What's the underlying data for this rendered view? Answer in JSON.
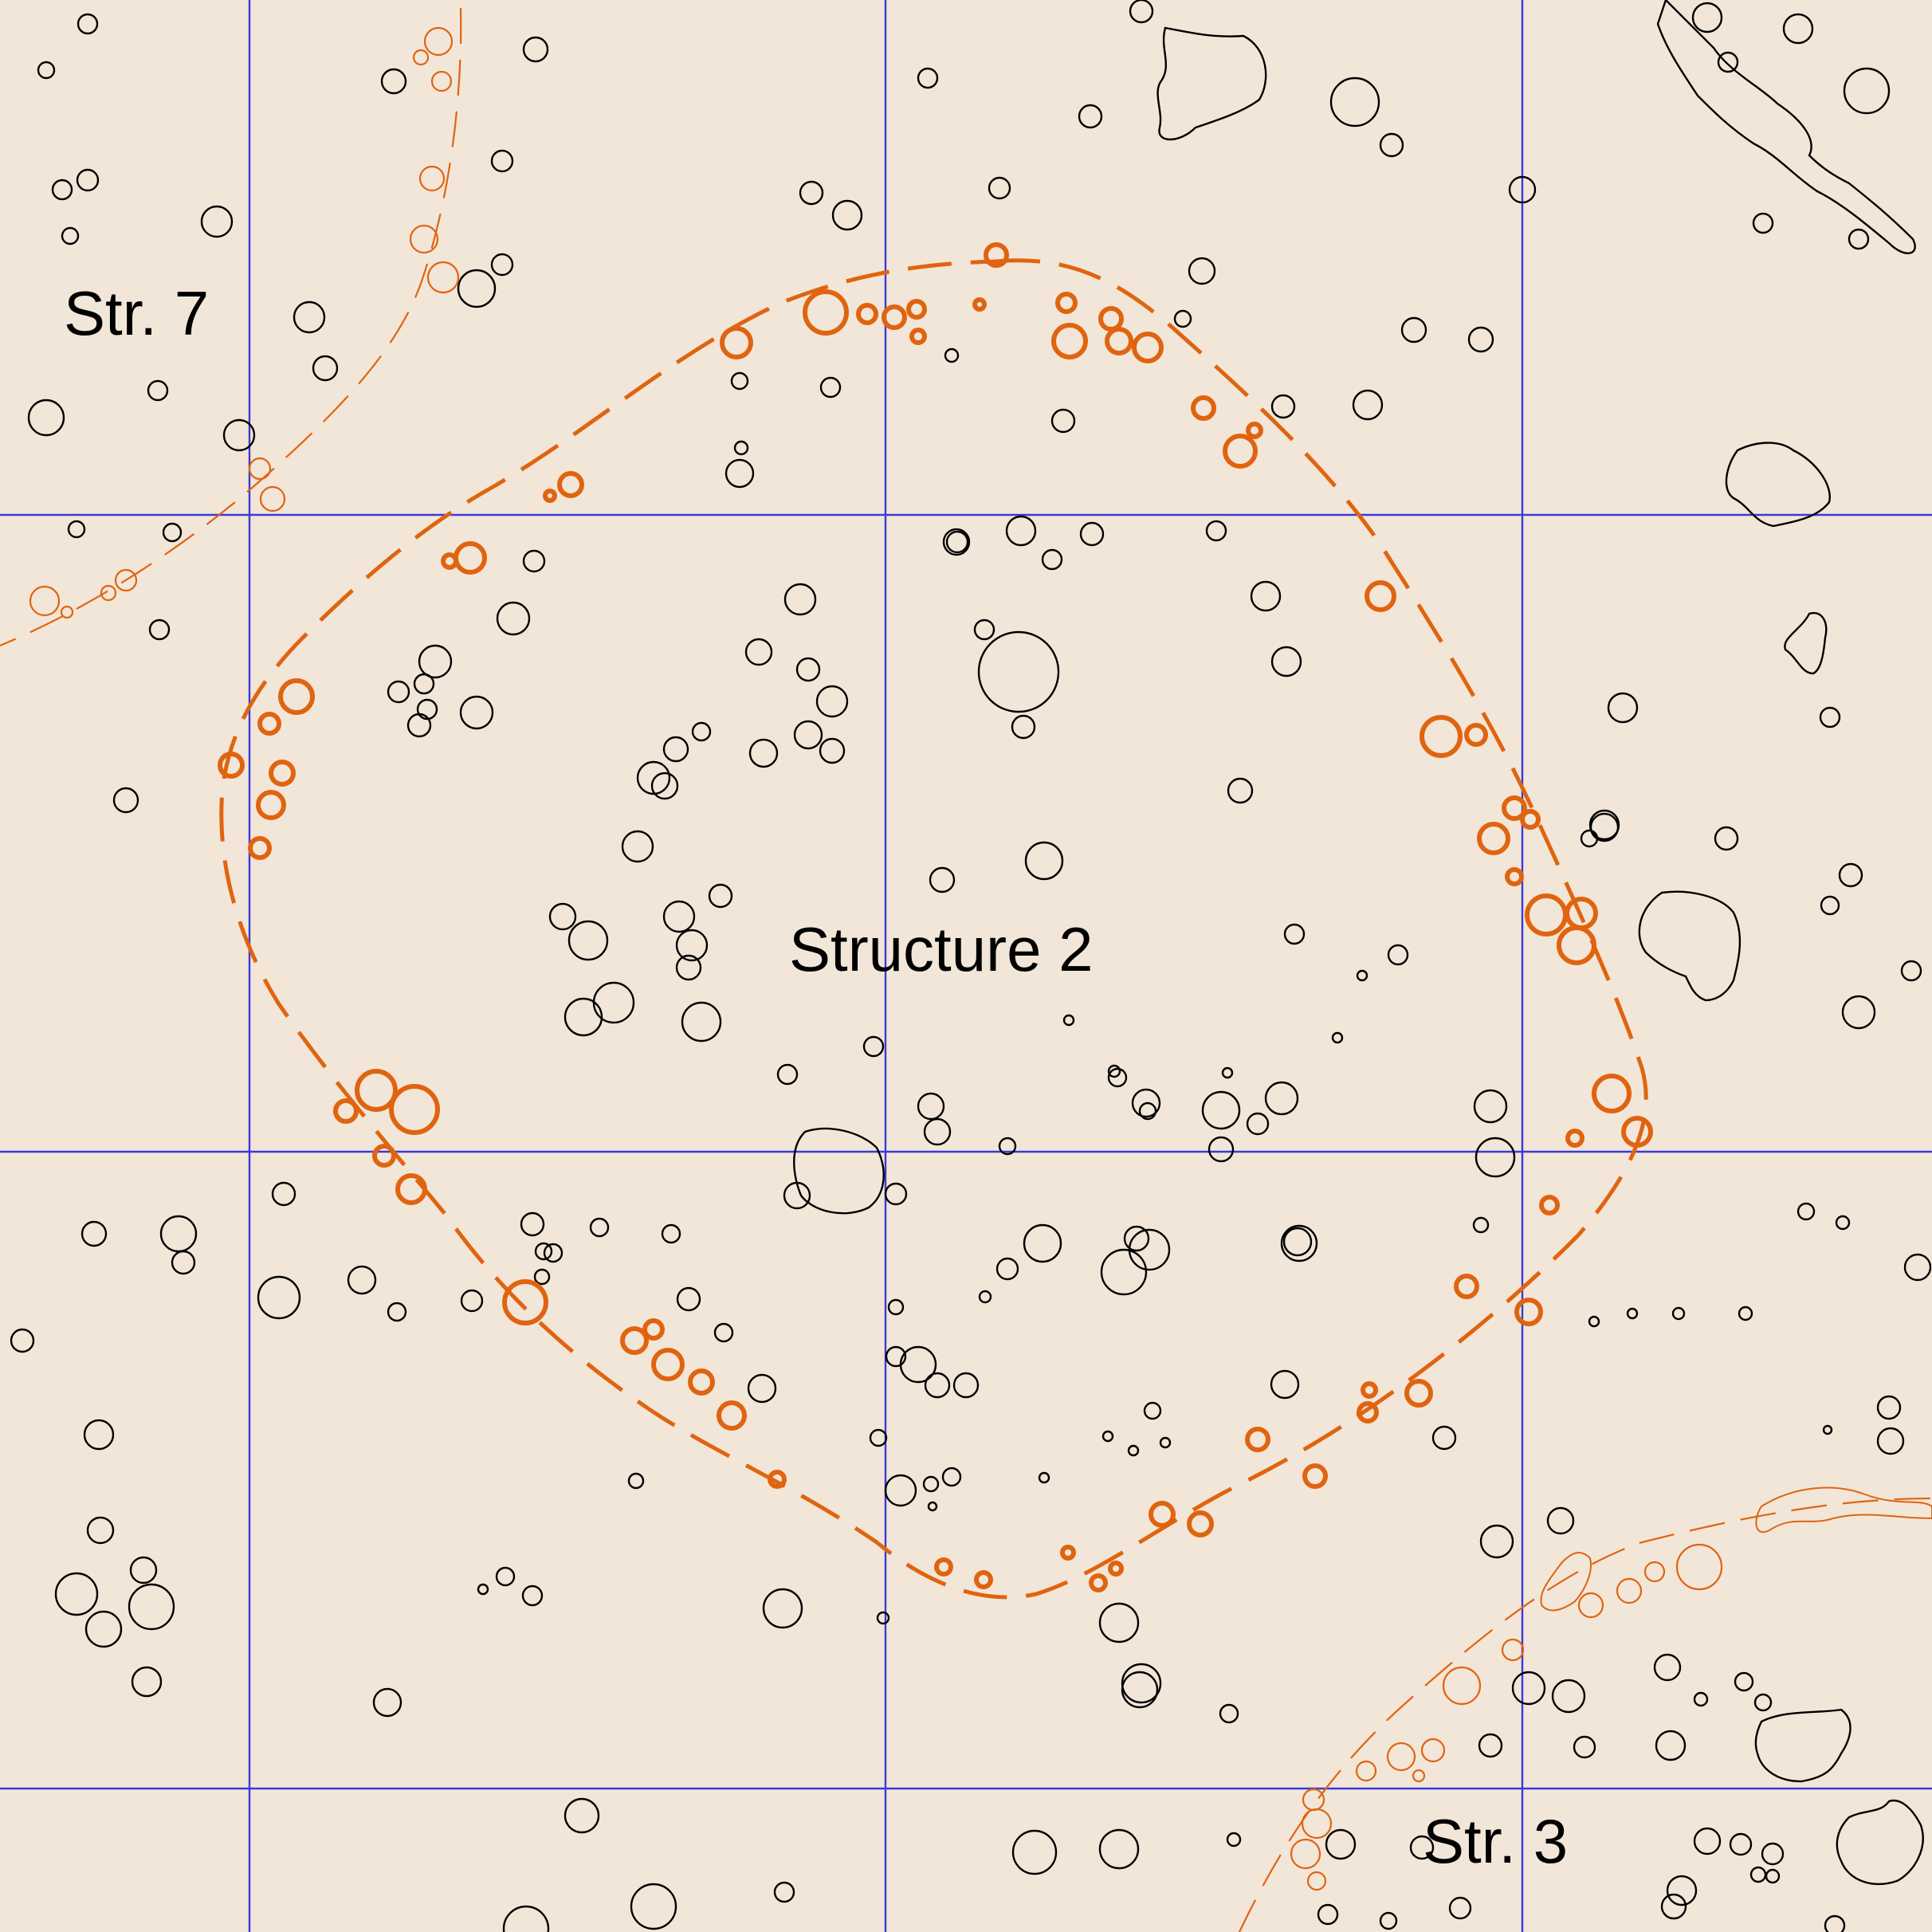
{
  "map": {
    "background": "#f2e6d8",
    "grid_color": "#3a3ad8",
    "wall_posthole_color": "#e06410",
    "posthole_color": "#000000",
    "labels": {
      "structure_2": "Structure 2",
      "str_7": "Str. 7",
      "str_3": "Str. 3"
    }
  }
}
